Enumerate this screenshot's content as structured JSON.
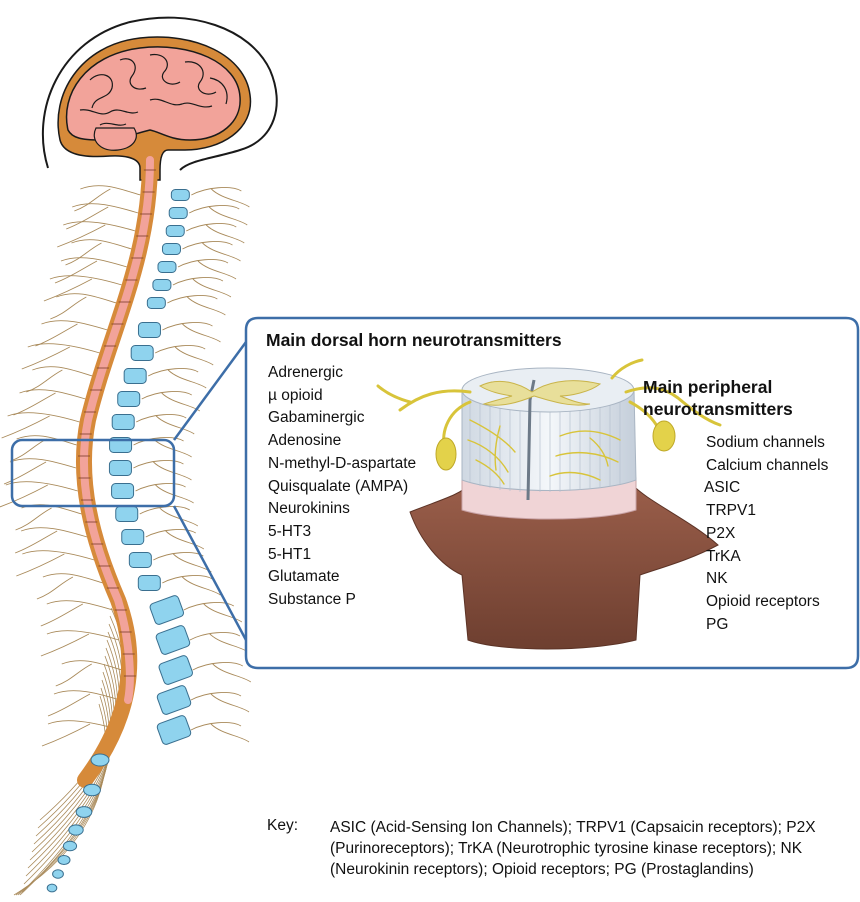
{
  "panel": {
    "title": "Main dorsal horn neurotransmitters",
    "dorsal_items": [
      "Adrenergic",
      "µ opioid",
      "Gabaminergic",
      "Adenosine",
      "N-methyl-D-aspartate",
      "Quisqualate (AMPA)",
      "Neurokinins",
      "5-HT3",
      "5-HT1",
      "Glutamate",
      "Substance P"
    ],
    "peripheral_title_line1": "Main peripheral",
    "peripheral_title_line2": "neurotransmitters",
    "peripheral_items": [
      "Sodium channels",
      "Calcium channels",
      "ASIC",
      "TRPV1",
      "P2X",
      "TrKA",
      "NK",
      "Opioid receptors",
      "PG"
    ]
  },
  "key": {
    "label": "Key:",
    "text": "ASIC (Acid-Sensing Ion Channels); TRPV1 (Capsaicin receptors); P2X (Purinoreceptors); TrKA (Neurotrophic tyrosine kinase receptors); NK (Neurokinin receptors); Opioid receptors; PG (Prostaglandins)"
  },
  "colors": {
    "brain": "#f2a39a",
    "brain_outline": "#1a1a1a",
    "meninges": "#d68a3a",
    "cord": "#f2a39a",
    "vertebra": "#8fd3ee",
    "vertebra_outline": "#3a6f8f",
    "nerve": "#a98a5a",
    "callout": "#3d6ea8",
    "ganglion": "#e3d24a",
    "dura": "#8a5240"
  }
}
